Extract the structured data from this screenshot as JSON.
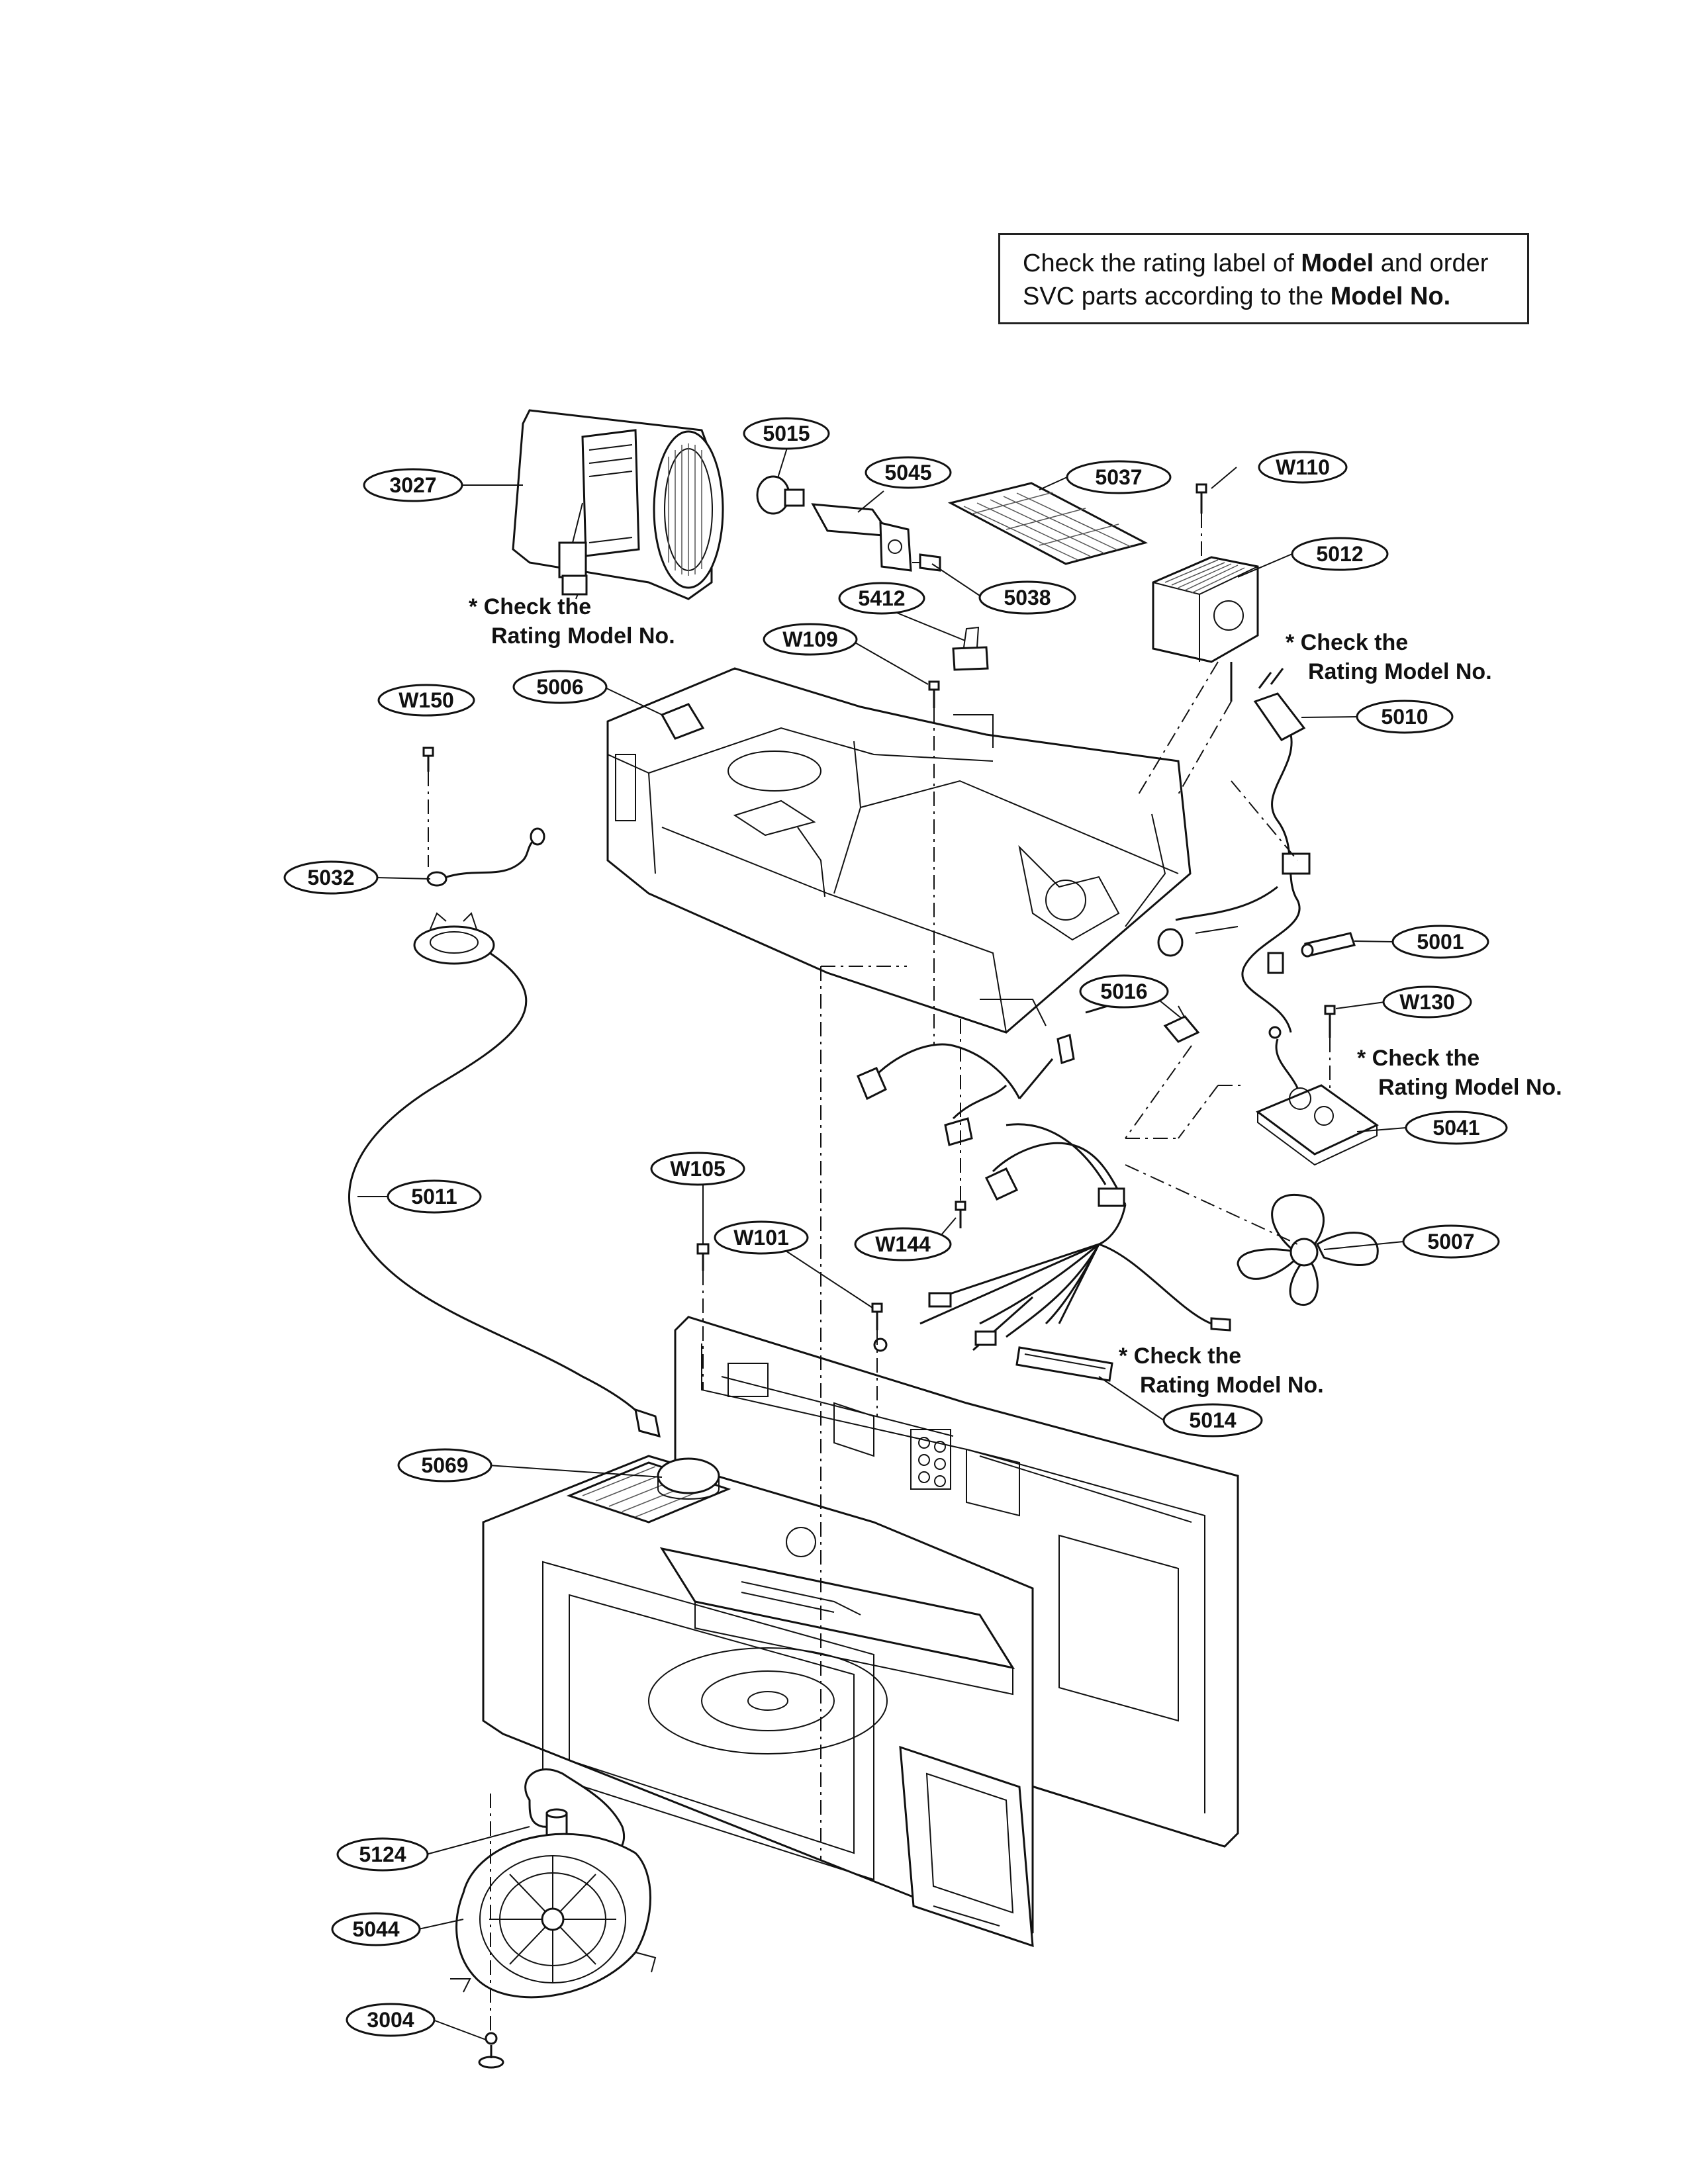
{
  "note": {
    "line1_pre": "Check the rating label of ",
    "line1_bold": "Model",
    "line1_post": " and order",
    "line2_pre": "SVC parts according to the ",
    "line2_bold": "Model No."
  },
  "check_notes": [
    {
      "id": "c1",
      "line1": "* Check the",
      "line2": "Rating Model No."
    },
    {
      "id": "c2",
      "line1": "* Check the",
      "line2": "Rating Model No."
    },
    {
      "id": "c3",
      "line1": "* Check the",
      "line2": "Rating Model No."
    },
    {
      "id": "c4",
      "line1": "* Check the",
      "line2": "Rating Model No."
    }
  ],
  "part_labels": [
    "3027",
    "5015",
    "5045",
    "5037",
    "W110",
    "5012",
    "5038",
    "5412",
    "W109",
    "5006",
    "W150",
    "5010",
    "5032",
    "5001",
    "5016",
    "W130",
    "5041",
    "5011",
    "W105",
    "W101",
    "W144",
    "5007",
    "5014",
    "5069",
    "5124",
    "5044",
    "3004"
  ]
}
